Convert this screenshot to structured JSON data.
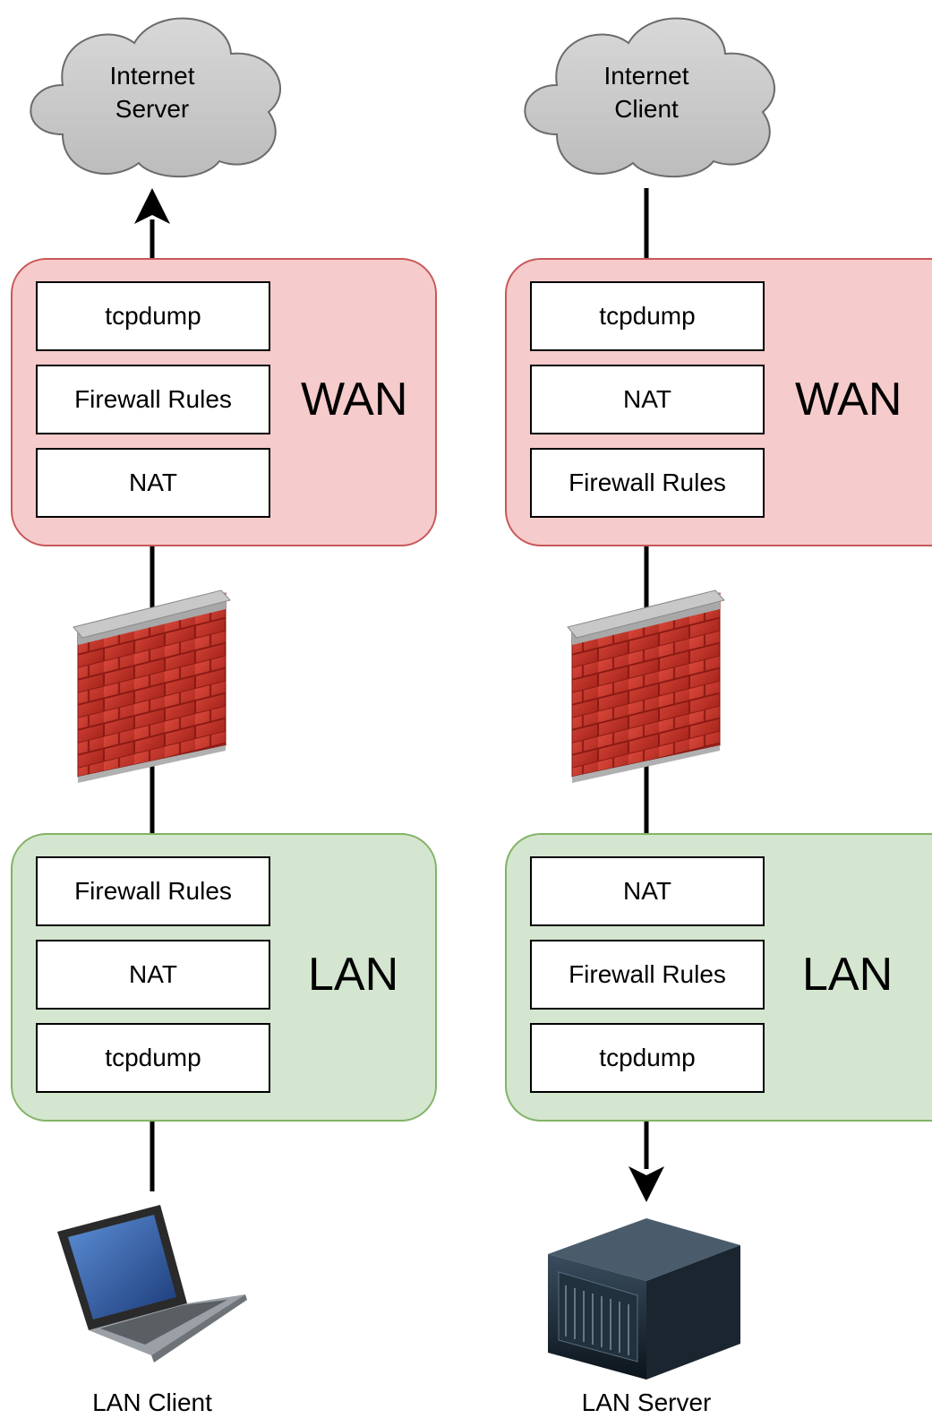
{
  "columns": [
    {
      "cloud": {
        "line1": "Internet",
        "line2": "Server"
      },
      "wan": {
        "label": "WAN",
        "rows": [
          "tcpdump",
          "Firewall Rules",
          "NAT"
        ]
      },
      "lan": {
        "label": "LAN",
        "rows": [
          "Firewall Rules",
          "NAT",
          "tcpdump"
        ]
      },
      "device": {
        "label": "LAN Client",
        "icon": "laptop-icon"
      },
      "arrow_direction": "up"
    },
    {
      "cloud": {
        "line1": "Internet",
        "line2": "Client"
      },
      "wan": {
        "label": "WAN",
        "rows": [
          "tcpdump",
          "NAT",
          "Firewall Rules"
        ]
      },
      "lan": {
        "label": "LAN",
        "rows": [
          "NAT",
          "Firewall Rules",
          "tcpdump"
        ]
      },
      "device": {
        "label": "LAN Server",
        "icon": "server-icon"
      },
      "arrow_direction": "down"
    }
  ],
  "colors": {
    "wan_fill": "#f6cbcb",
    "wan_border": "#c8585a",
    "lan_fill": "#d4e6cf",
    "lan_border": "#82b366",
    "cloud_fill": "#cccccc",
    "firewall_brick": "#c0392b"
  }
}
